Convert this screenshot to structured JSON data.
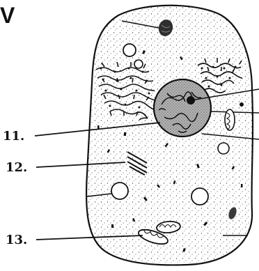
{
  "header": {
    "letter": "V"
  },
  "labels": [
    {
      "id": "label-11",
      "text": "11."
    },
    {
      "id": "label-12",
      "text": "12."
    },
    {
      "id": "label-13",
      "text": "13."
    }
  ],
  "colors": {
    "ink": "#111111",
    "background": "#ffffff",
    "cytoplasm_stipple": "#555555",
    "nucleus_fill": "#9a9a9a"
  },
  "structures": [
    "cell-membrane",
    "nucleus",
    "nucleolus",
    "rough-endoplasmic-reticulum",
    "golgi-apparatus",
    "mitochondrion",
    "vacuole",
    "vesicle"
  ]
}
